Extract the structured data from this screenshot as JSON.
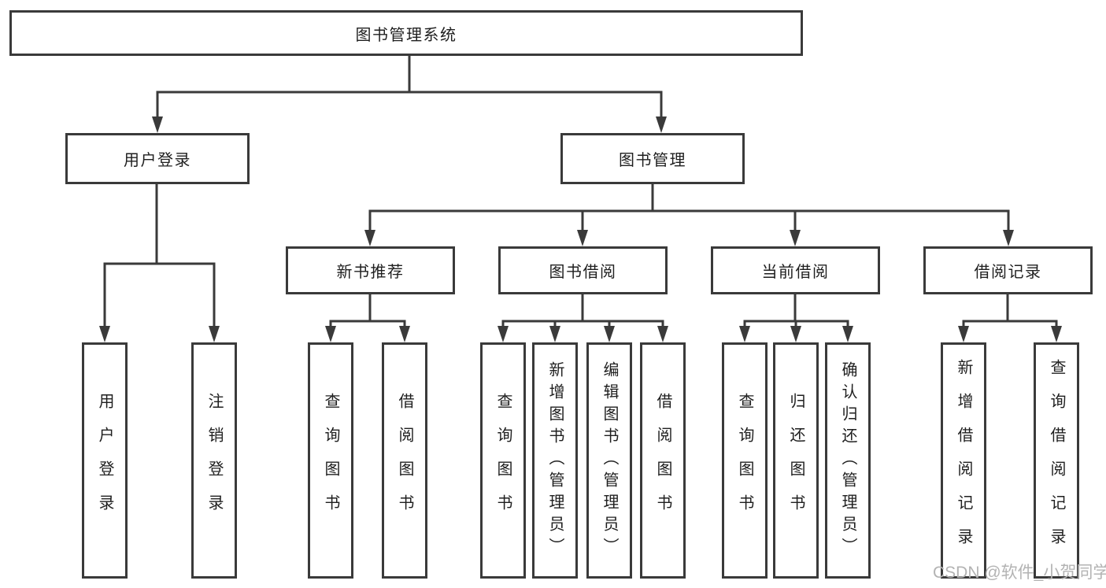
{
  "tree": {
    "label": "图书管理系统",
    "children": [
      {
        "label": "用户登录",
        "children": [
          {
            "label": "用户登录"
          },
          {
            "label": "注销登录"
          }
        ]
      },
      {
        "label": "图书管理",
        "children": [
          {
            "label": "新书推荐",
            "children": [
              {
                "label": "查询图书"
              },
              {
                "label": "借阅图书"
              }
            ]
          },
          {
            "label": "图书借阅",
            "children": [
              {
                "label": "查询图书"
              },
              {
                "label": "新增图书（管理员）"
              },
              {
                "label": "编辑图书（管理员）"
              },
              {
                "label": "借阅图书"
              }
            ]
          },
          {
            "label": "当前借阅",
            "children": [
              {
                "label": "查询图书"
              },
              {
                "label": "归还图书"
              },
              {
                "label": "确认归还（管理员）"
              }
            ]
          },
          {
            "label": "借阅记录",
            "children": [
              {
                "label": "新增借阅记录"
              },
              {
                "label": "查询借阅记录"
              }
            ]
          }
        ]
      }
    ]
  },
  "watermark": {
    "text": "CSDN @软件_小贺同学"
  },
  "colors": {
    "line": "#3a3a3a",
    "text": "#1f1f1f",
    "watermark": "#b3b3b3",
    "bg": "#ffffff"
  }
}
